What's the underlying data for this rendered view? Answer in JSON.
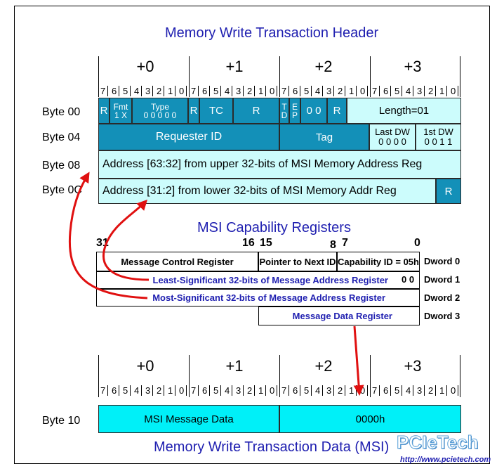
{
  "header_title": "Memory Write Transaction Header",
  "data_title": "Memory Write Transaction Data (MSI)",
  "msi_title": "MSI Capability Registers",
  "byte_offsets": [
    "+0",
    "+1",
    "+2",
    "+3"
  ],
  "bit_labels": [
    "7",
    "6",
    "5",
    "4",
    "3",
    "2",
    "1",
    "0"
  ],
  "rows": {
    "byte00": "Byte 00",
    "byte04": "Byte 04",
    "byte08": "Byte 08",
    "byte0c": "Byte 0C",
    "byte10": "Byte 10"
  },
  "byte00_fields": {
    "r1": "R",
    "fmt_label": "Fmt",
    "fmt_value": "1 X",
    "type_label": "Type",
    "type_value": "0 0 0 0 0",
    "r2": "R",
    "tc": "TC",
    "r3": "R",
    "td": "T D",
    "ep": "E P",
    "attr": "0 0",
    "r4": "R",
    "length": "Length=01"
  },
  "byte04_fields": {
    "requester_id": "Requester ID",
    "tag": "Tag",
    "last_dw_label": "Last DW",
    "last_dw_value": "0 0 0 0",
    "first_dw_label": "1st DW",
    "first_dw_value": "0 0 1 1"
  },
  "byte08_text": "Address [63:32] from upper 32-bits of MSI Memory Address Reg",
  "byte0c_text": "Address [31:2] from lower 32-bits of MSI Memory Addr Reg",
  "byte0c_r": "R",
  "msi_bits": {
    "b31": "31",
    "b16": "16",
    "b15": "15",
    "b8": "8",
    "b7": "7",
    "b0": "0"
  },
  "msi_regs": {
    "msg_control": "Message Control Register",
    "next_ptr": "Pointer to Next ID",
    "cap_id": "Capability ID = 05h",
    "lsb_addr": "Least-Significant 32-bits of Message Address Register",
    "lsb_bits": "0 0",
    "msb_addr": "Most-Significant 32-bits of Message Address Register",
    "msg_data": "Message Data Register"
  },
  "dwords": [
    "Dword 0",
    "Dword 1",
    "Dword 2",
    "Dword 3"
  ],
  "byte10_fields": {
    "msi_data": "MSI Message Data",
    "zero": "0000h"
  },
  "watermark": {
    "logo": "PCIeTech",
    "url": "http://www.pcietech.com"
  },
  "colors": {
    "dark_cell": "#1390b8",
    "light_cell": "#ccfcfc",
    "cyan_cell": "#00f0f8",
    "title_blue": "#1f1fb0",
    "arrow_red": "#e01010"
  }
}
